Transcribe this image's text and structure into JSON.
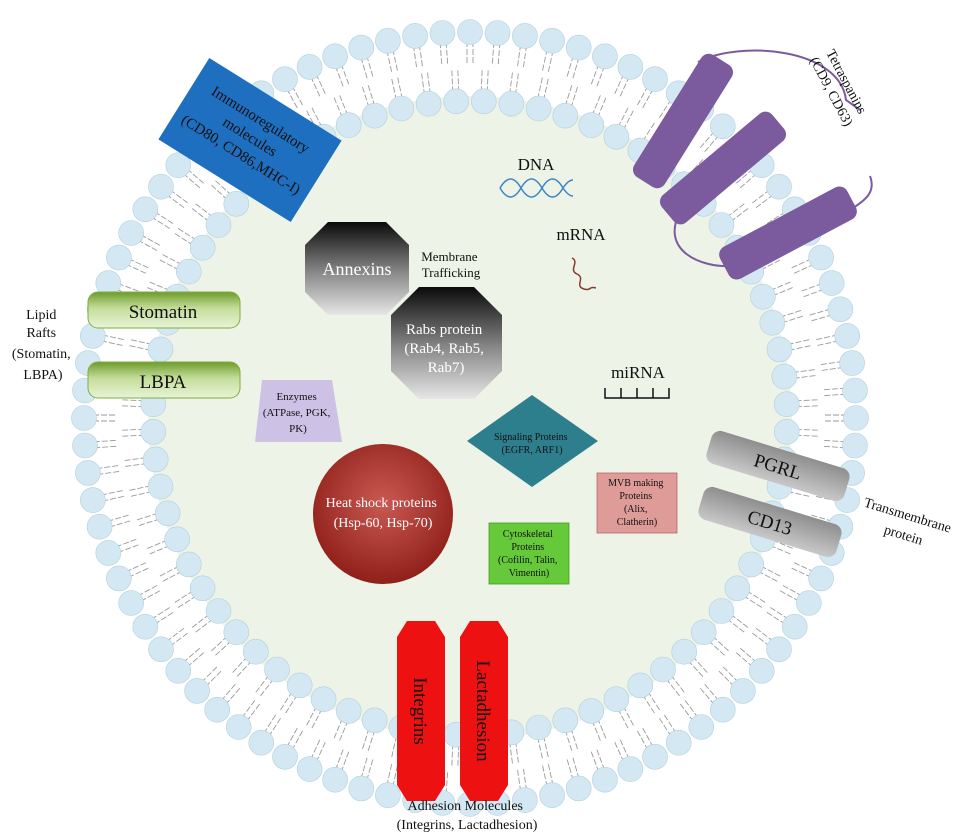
{
  "diagram": {
    "outer_labels": {
      "lipid_rafts": [
        "Lipid",
        "Rafts",
        "(Stomatin,",
        "LBPA)"
      ],
      "tetraspanins": [
        "Tetraspanins",
        "(CD9, CD63)"
      ],
      "transmembrane": [
        "Transmembrane",
        "protein"
      ],
      "adhesion": [
        "Adhesion Molecules",
        "(Integrins, Lactadhesion)"
      ]
    },
    "membrane_proteins": {
      "immunoregulatory": [
        "Immunoregulatory",
        "molecules",
        "(CD80, CD86,MHC-I)"
      ],
      "stomatin": "Stomatin",
      "lbpa": "LBPA",
      "pgrl": "PGRL",
      "cd13": "CD13",
      "integrins": "Integrins",
      "lactadhesion": "Lactadhesion"
    },
    "cargo": {
      "dna": "DNA",
      "mrna": "mRNA",
      "mirna": "miRNA",
      "annexins": "Annexins",
      "membrane_trafficking": [
        "Membrane",
        "Trafficking"
      ],
      "rabs": [
        "Rabs protein",
        "(Rab4,  Rab5,",
        "Rab7)"
      ],
      "enzymes": [
        "Enzymes",
        "(ATPase, PGK,",
        "PK)"
      ],
      "signaling": [
        "Signaling Proteins",
        "(EGFR, ARF1)"
      ],
      "mvb": [
        "MVB making",
        "Proteins",
        "(Alix,",
        "Clatherin)"
      ],
      "heat_shock": [
        "Heat shock proteins",
        "(Hsp-60, Hsp-70)"
      ],
      "cytoskeletal": [
        "Cytoskeletal",
        "Proteins",
        "(Cofilin, Talin,",
        "Vimentin)"
      ]
    },
    "colors": {
      "head": "#d3e8f2",
      "head_stroke": "#b3d0de",
      "tail": "#9a9a9a",
      "lumen": "#edf3e6",
      "immuno": "#1f6fc0",
      "stomatin": "#7fae3c",
      "pgrl": "#a9a9a9",
      "adhesion": "#ee1111",
      "tetraspanin": "#7b5b9e",
      "enzymes": "#cdc2e6",
      "signaling": "#2e7f8d",
      "mvb": "#df9b98",
      "cytoskeletal": "#65c93a",
      "heat_shock": "#a62b26"
    }
  }
}
